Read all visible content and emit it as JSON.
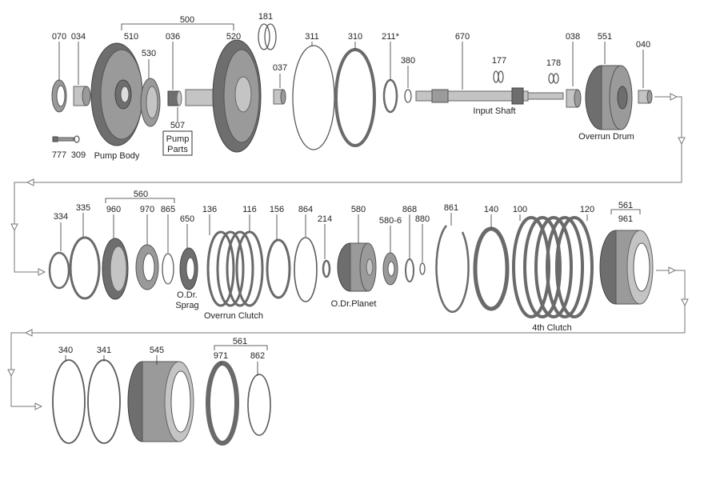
{
  "callouts": {
    "p070": "070",
    "p034": "034",
    "p510": "510",
    "p530": "530",
    "p500": "500",
    "p036": "036",
    "p520": "520",
    "p181": "181",
    "p037": "037",
    "p311": "311",
    "p310": "310",
    "p211": "211*",
    "p380": "380",
    "p670": "670",
    "p177": "177",
    "p178": "178",
    "p038": "038",
    "p551": "551",
    "p040": "040",
    "p777": "777",
    "p309": "309",
    "p507": "507",
    "p334": "334",
    "p335": "335",
    "p560": "560",
    "p960": "960",
    "p970": "970",
    "p865": "865",
    "p650": "650",
    "p136": "136",
    "p116": "116",
    "p156": "156",
    "p864": "864",
    "p214": "214",
    "p580": "580",
    "p5806": "580-6",
    "p868": "868",
    "p880": "880",
    "p861": "861",
    "p140": "140",
    "p100": "100",
    "p120": "120",
    "p561a": "561",
    "p961": "961",
    "p340": "340",
    "p341": "341",
    "p545": "545",
    "p561b": "561",
    "p971": "971",
    "p862": "862"
  },
  "captions": {
    "pump_body": "Pump Body",
    "pump_parts_1": "Pump",
    "pump_parts_2": "Parts",
    "input_shaft": "Input Shaft",
    "overrun_drum": "Overrun Drum",
    "od_sprag_1": "O.Dr.",
    "od_sprag_2": "Sprag",
    "overrun_clutch": "Overrun  Clutch",
    "od_planet": "O.Dr.Planet",
    "fourth_clutch": "4th Clutch"
  }
}
